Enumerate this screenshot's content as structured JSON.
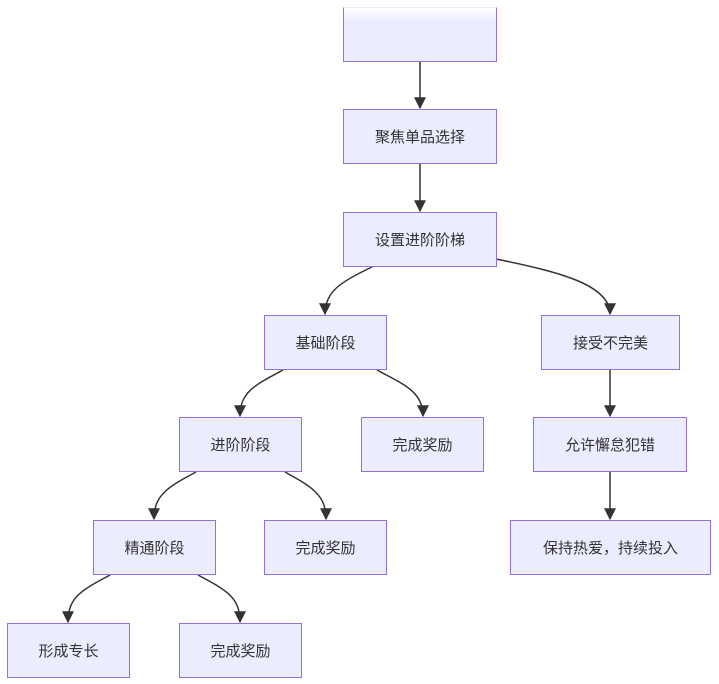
{
  "diagram": {
    "nodes": {
      "start": "",
      "focus": "聚焦单品选择",
      "ladder": "设置进阶阶梯",
      "basic": "基础阶段",
      "accept": "接受不完美",
      "advanced": "进阶阶段",
      "reward1": "完成奖励",
      "allow": "允许懈怠犯错",
      "master": "精通阶段",
      "reward2": "完成奖励",
      "keep": "保持热爱，持续投入",
      "expertise": "形成专长",
      "reward3": "完成奖励"
    },
    "colors": {
      "node_fill": "#ececff",
      "node_border": "#9370db",
      "edge": "#333333",
      "text": "#333333"
    }
  }
}
